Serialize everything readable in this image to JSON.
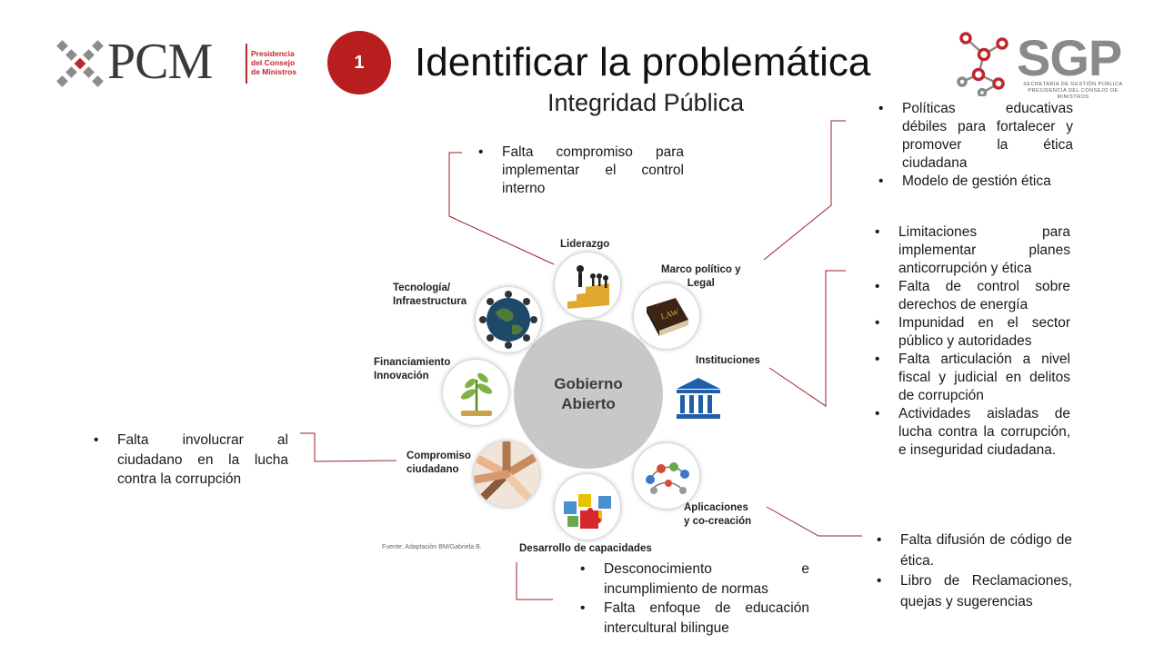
{
  "header": {
    "pcm_name": "PCM",
    "pcm_subtitle": "Presidencia del Consejo de Ministros",
    "sgp_name": "SGP",
    "sgp_subtitle_1": "SECRETARÍA DE GESTIÓN PÚBLICA",
    "sgp_subtitle_2": "PRESIDENCIA DEL CONSEJO DE MINISTROS",
    "step_number": "1",
    "title": "Identificar la problemática",
    "subtitle": "Integridad Pública"
  },
  "diagram": {
    "center": [
      "Gobierno",
      "Abierto"
    ],
    "nodes": {
      "liderazgo": "Liderazgo",
      "marco_1": "Marco político y",
      "marco_2": "Legal",
      "instituciones": "Instituciones",
      "aplicaciones_1": "Aplicaciones",
      "aplicaciones_2": "y co-creación",
      "capacidades": "Desarrollo de capacidades",
      "compromiso_1": "Compromiso",
      "compromiso_2": "ciudadano",
      "financiamiento_1": "Financiamiento",
      "financiamiento_2": "Innovación",
      "tecnologia_1": "Tecnología/",
      "tecnologia_2": "Infraestructura"
    },
    "source": "Fuente: Adaptación BM/Gabriela B."
  },
  "notes": {
    "liderazgo": [
      "Falta compromiso para implementar el control interno"
    ],
    "marco": [
      "Políticas educativas débiles para fortalecer y promover la ética ciudadana",
      "Modelo de gestión ética"
    ],
    "instituciones": [
      "Limitaciones para implementar planes anticorrupción y ética",
      "Falta de control sobre derechos de energía",
      "Impunidad en el sector público y autoridades",
      "Falta articulación a nivel fiscal y judicial en delitos de corrupción",
      "Actividades aisladas de lucha contra la corrupción, e inseguridad ciudadana."
    ],
    "aplicaciones": [
      "Falta difusión de código de ética.",
      "Libro de Reclamaciones, quejas y sugerencias"
    ],
    "capacidades": [
      "Desconocimiento e incumplimiento de normas",
      "Falta enfoque de educación intercultural bilingue"
    ],
    "compromiso": [
      "Falta involucrar al ciudadano en la lucha contra la corrupción"
    ]
  },
  "colors": {
    "accent": "#b81e1e",
    "connector": "#9b2226",
    "center": "#c8c8c8"
  }
}
